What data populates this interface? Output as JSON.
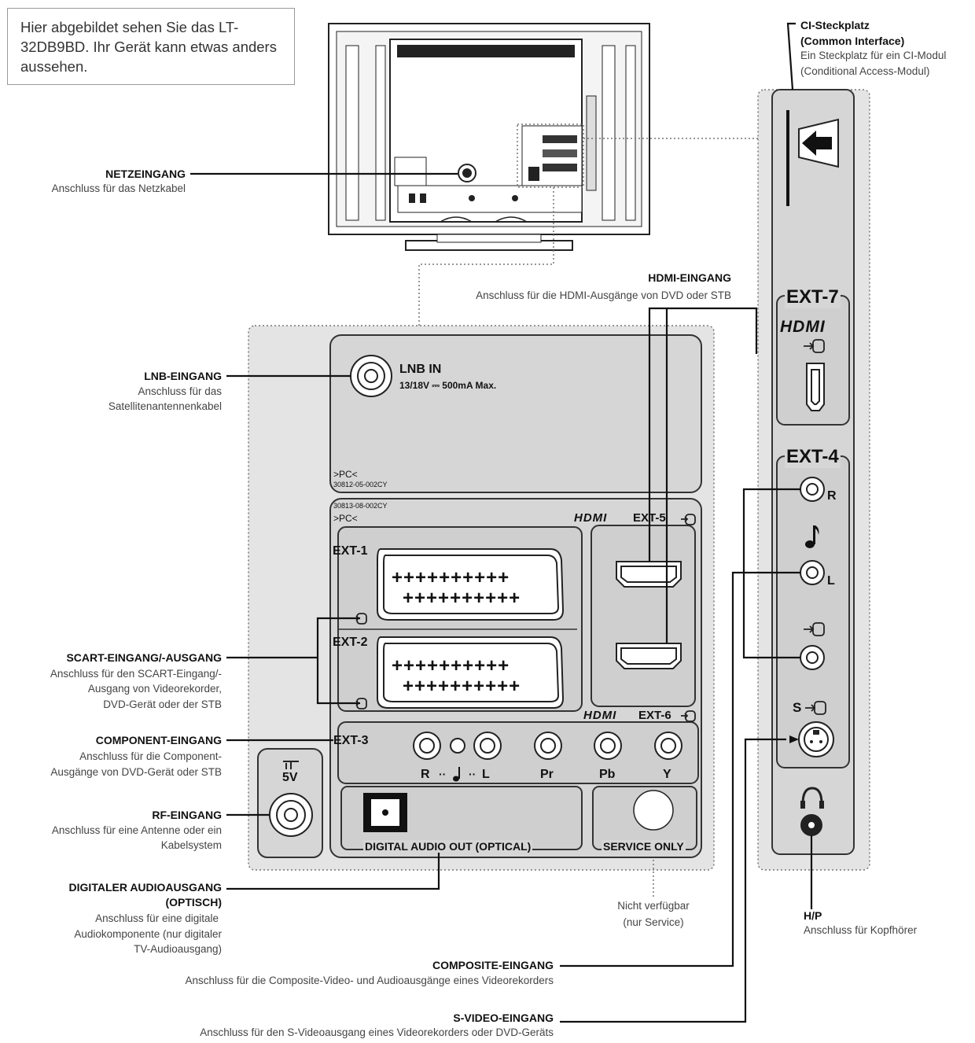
{
  "note": "Hier abgebildet sehen Sie das LT-32DB9BD. Ihr Gerät kann etwas anders aussehen.",
  "callouts": {
    "netz": {
      "title": "NETZEINGANG",
      "desc": "Anschluss für das Netzkabel"
    },
    "lnb": {
      "title": "LNB-EINGANG",
      "desc1": "Anschluss für das",
      "desc2": "Satellitenantennenkabel"
    },
    "scart": {
      "title": "SCART-EINGANG/-AUSGANG",
      "desc1": "Anschluss für den SCART-Eingang/-",
      "desc2": "Ausgang von Videorekorder,",
      "desc3": "DVD-Gerät oder der STB"
    },
    "component": {
      "title": "COMPONENT-EINGANG",
      "desc1": "Anschluss für die Component-",
      "desc2": "Ausgänge von DVD-Gerät oder STB"
    },
    "rf": {
      "title": "RF-EINGANG",
      "desc1": "Anschluss für eine Antenne oder ein",
      "desc2": "Kabelsystem"
    },
    "digital": {
      "title1": "DIGITALER AUDIOAUSGANG",
      "title2": "(OPTISCH)",
      "desc1": "Anschluss für eine digitale",
      "desc2": "Audiokomponente (nur digitaler",
      "desc3": "TV-Audioausgang)"
    },
    "hdmi": {
      "title": "HDMI-EINGANG",
      "desc": "Anschluss für die HDMI-Ausgänge von DVD oder STB"
    },
    "ci": {
      "title1": "CI-Steckplatz",
      "title2": "(Common Interface)",
      "desc1": "Ein Steckplatz für ein CI-Modul",
      "desc2": "(Conditional Access-Modul)"
    },
    "service": {
      "desc1": "Nicht verfügbar",
      "desc2": "(nur Service)"
    },
    "hp": {
      "title": "H/P",
      "desc": "Anschluss für Kopfhörer"
    },
    "composite": {
      "title": "COMPOSITE-EINGANG",
      "desc": "Anschluss für die Composite-Video- und Audioausgänge eines Videorekorders"
    },
    "svideo": {
      "title": "S-VIDEO-EINGANG",
      "desc": "Anschluss für den S-Videoausgang eines Videorekorders oder DVD-Geräts"
    }
  },
  "panel": {
    "lnb_label": "LNB IN",
    "lnb_spec": "13/18V ⎓ 500mA Max.",
    "pc1": ">PC<",
    "code1": "30812-05-002CY",
    "code2": "30813-08-002CY",
    "pc2": ">PC<",
    "hdmi_brand": "HDMI",
    "ext5": "EXT-5",
    "ext1": "EXT-1",
    "ext2": "EXT-2",
    "ext6": "EXT-6",
    "ext3": "EXT-3",
    "audio_r": "R",
    "audio_l": "L",
    "pr": "Pr",
    "pb": "Pb",
    "y": "Y",
    "v5": "5V",
    "digital_out": "DIGITAL AUDIO OUT (OPTICAL)",
    "service_only": "SERVICE ONLY"
  },
  "side": {
    "ext7": "EXT-7",
    "hdmi_brand": "HDMI",
    "ext4": "EXT-4",
    "r": "R",
    "l": "L",
    "s": "S"
  },
  "colors": {
    "panel_bg": "#d9d9d9",
    "panel_border": "#333333",
    "line": "#111111",
    "dotted": "#777777"
  }
}
